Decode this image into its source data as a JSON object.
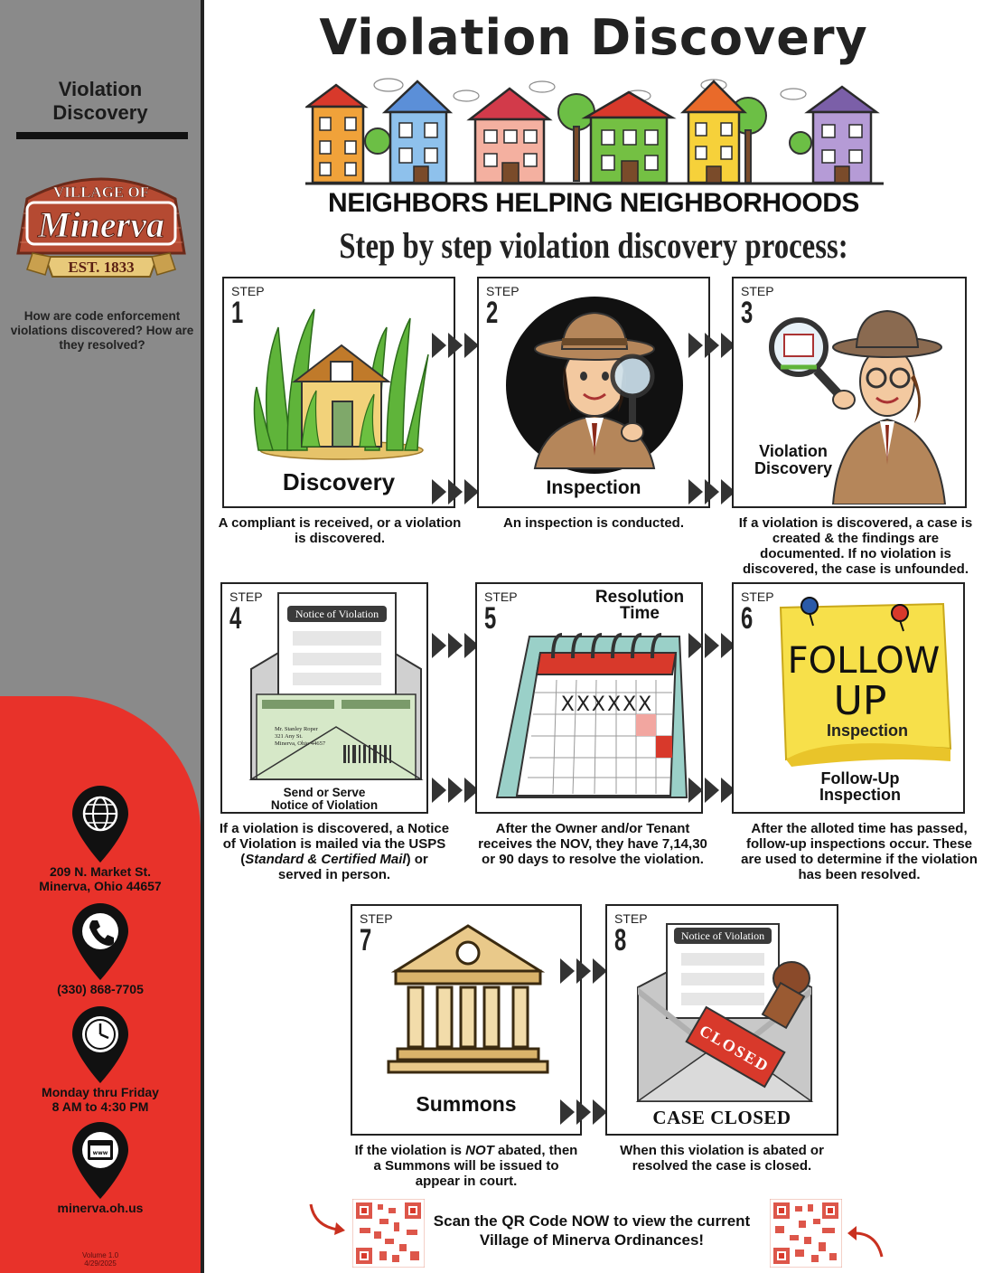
{
  "sidebar": {
    "title_line1": "Violation",
    "title_line2": "Discovery",
    "logo_text_top": "VILLAGE OF",
    "logo_text_main": "Minerva",
    "logo_text_est": "EST. 1833",
    "question": "How are code enforcement violations discovered? How are they resolved?",
    "address_line1": "209 N. Market St.",
    "address_line2": "Minerva, Ohio 44657",
    "phone": "(330) 868-7705",
    "hours_line1": "Monday thru Friday",
    "hours_line2": "8 AM to 4:30 PM",
    "website": "minerva.oh.us",
    "version_line1": "Volume 1.0",
    "version_line2": "4/29/2025",
    "icons": [
      "globe-icon",
      "phone-icon",
      "clock-icon",
      "web-icon"
    ],
    "colors": {
      "gray": "#8a8a8a",
      "red": "#e8322a"
    }
  },
  "header": {
    "title": "Violation Discovery",
    "tagline": "NEIGHBORS HELPING NEIGHBORHOODS",
    "subtitle": "Step by step violation discovery process:"
  },
  "steps": [
    {
      "step_word": "STEP",
      "number": "1",
      "label": "Discovery",
      "caption": "A compliant is received, or a violation is discovered."
    },
    {
      "step_word": "STEP",
      "number": "2",
      "label": "Inspection",
      "caption": "An inspection is conducted."
    },
    {
      "step_word": "STEP",
      "number": "3",
      "label_line1": "Violation",
      "label_line2": "Discovery",
      "caption": "If a violation is discovered, a case is created & the findings are documented. If no violation is discovered, the case is unfounded."
    },
    {
      "step_word": "STEP",
      "number": "4",
      "label_line1": "Send or Serve",
      "label_line2": "Notice of Violation",
      "doc_title": "Notice of Violation",
      "envelope_name": "Mr. Stanley Roper",
      "envelope_street": "321 Any St.",
      "envelope_city": "Minerva, Ohio 44657",
      "caption_part1": "If a violation is discovered, a Notice of Violation is mailed via the USPS (",
      "caption_italic": "Standard & Certified Mail",
      "caption_part2": ") or served in person."
    },
    {
      "step_word": "STEP",
      "number": "5",
      "label_line1": "Resolution",
      "label_line2": "Time",
      "calendar_marks": "XXXXXX",
      "caption": "After the Owner and/or Tenant receives the NOV, they have 7,14,30 or 90 days to resolve the violation."
    },
    {
      "step_word": "STEP",
      "number": "6",
      "note_line1": "FOLLOW",
      "note_line2": "UP",
      "note_line3": "Inspection",
      "label_line1": "Follow-Up",
      "label_line2": "Inspection",
      "caption": "After the alloted time has passed, follow-up inspections occur. These are used to determine if the violation has been resolved."
    },
    {
      "step_word": "STEP",
      "number": "7",
      "label": "Summons",
      "caption_part1": "If the violation is ",
      "caption_italic": "NOT",
      "caption_part2": " abated, then a Summons will be issued to appear in court."
    },
    {
      "step_word": "STEP",
      "number": "8",
      "doc_title": "Notice of Violation",
      "stamp_text": "CLOSED",
      "label": "CASE CLOSED",
      "caption": "When this violation is abated or resolved the case is closed."
    }
  ],
  "footer": {
    "qr_text": "Scan the QR Code NOW to view the current Village of Minerva Ordinances!"
  }
}
